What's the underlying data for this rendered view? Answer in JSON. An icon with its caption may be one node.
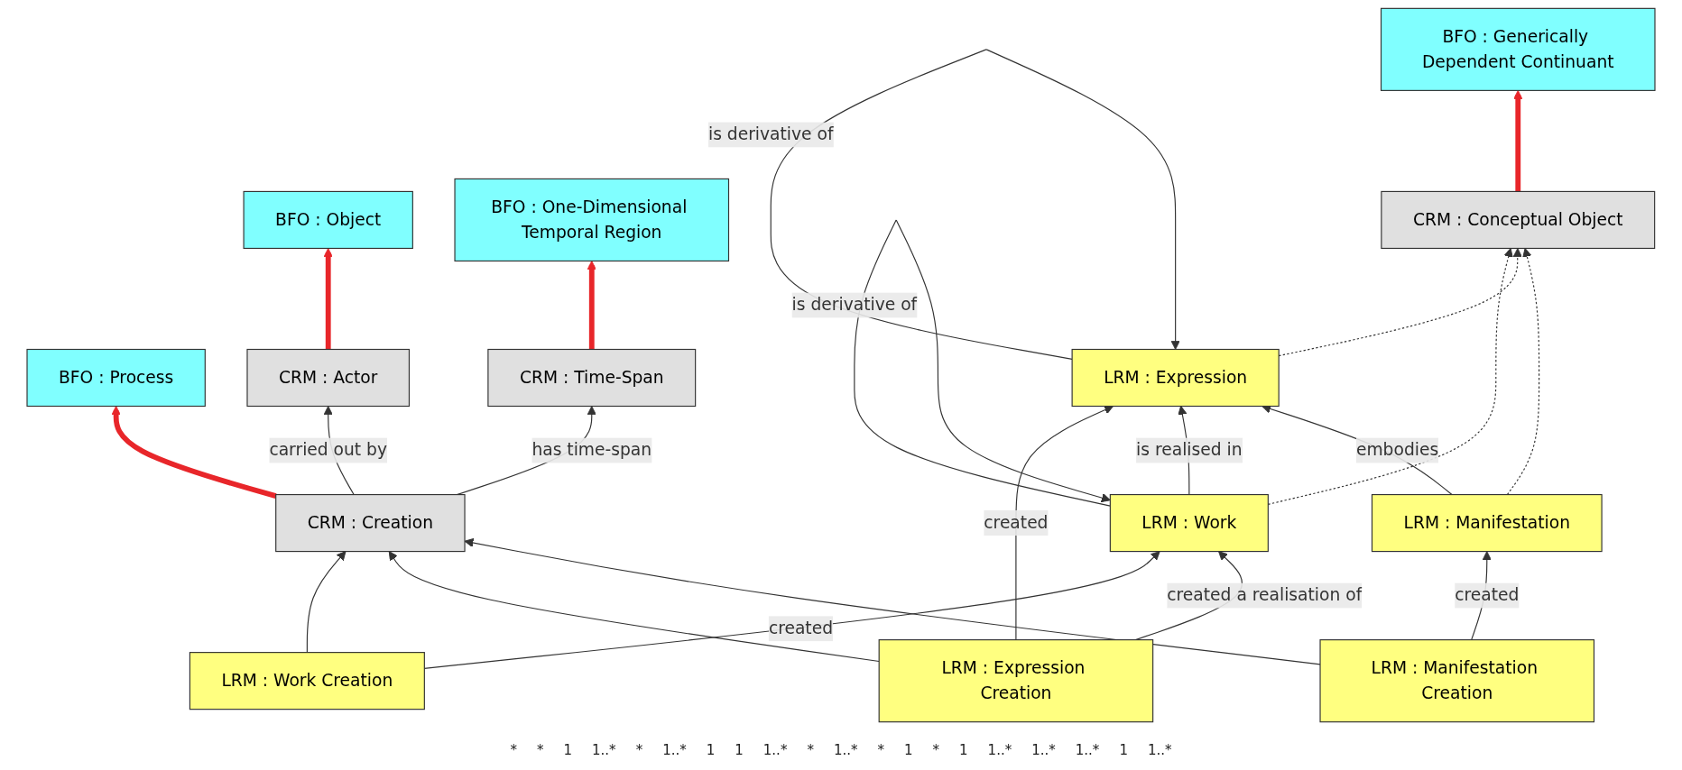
{
  "diagram": {
    "nodes": [
      {
        "text": [
          "BFO : Object"
        ]
      },
      {
        "text": [
          "BFO : One-Dimensional Temporal Region"
        ]
      },
      {
        "text": [
          "BFO : Process"
        ]
      },
      {
        "text": [
          "BFO : Generically Dependent Continuant"
        ]
      },
      {
        "text": [
          "CRM : Actor"
        ]
      },
      {
        "text": [
          "LRM : Work Creation"
        ]
      },
      {
        "text": [
          "LRM : Work"
        ]
      },
      {
        "text": [
          "CRM : Time-Span"
        ]
      },
      {
        "text": [
          "CRM : Creation"
        ]
      },
      {
        "text": [
          "LRM : Expression Creation"
        ]
      },
      {
        "text": [
          "LRM : Expression"
        ]
      },
      {
        "text": [
          "CRM : Conceptual Object"
        ]
      },
      {
        "text": [
          "LRM : Manifestation Creation"
        ]
      },
      {
        "text": [
          "LRM : Manifestation"
        ]
      }
    ],
    "edges": [
      {
        "from": 8,
        "to": 2,
        "arrow": "to",
        "style": "thick",
        "color": "#e8262a"
      },
      {
        "from": 7,
        "to": 1,
        "arrow": "to",
        "style": "thick",
        "color": "#e8262a"
      },
      {
        "from": 4,
        "to": 0,
        "arrow": "to",
        "style": "thick",
        "color": "#e8262a"
      },
      {
        "from": 11,
        "to": 3,
        "arrow": "to",
        "style": "thick",
        "color": "#e8262a"
      },
      {
        "from": 8,
        "to": 4,
        "arrow": "to",
        "label": "carried out by"
      },
      {
        "from": 8,
        "to": 7,
        "arrow": "to",
        "label": "has time-span"
      },
      {
        "from": 5,
        "to": 8,
        "arrow": "to"
      },
      {
        "from": 9,
        "to": 8,
        "arrow": "to"
      },
      {
        "from": 12,
        "to": 8,
        "arrow": "to"
      },
      {
        "from": 5,
        "to": 6,
        "arrow": "to",
        "label": "created"
      },
      {
        "from": 9,
        "to": 6,
        "arrow": "to",
        "label": "created a realisation of"
      },
      {
        "from": 9,
        "to": 10,
        "arrow": "to",
        "label": "created"
      },
      {
        "from": 12,
        "to": 13,
        "arrow": "to",
        "label": "created"
      },
      {
        "from": 6,
        "to": 6,
        "arrow": "to",
        "label": "is derivative of"
      },
      {
        "from": 10,
        "to": 10,
        "arrow": "to",
        "label": "is derivative of"
      },
      {
        "from": 6,
        "to": 10,
        "arrow": "to",
        "label": "is realised in"
      },
      {
        "from": 13,
        "to": 10,
        "arrow": "to",
        "label": "embodies"
      },
      {
        "from": 6,
        "to": 11,
        "arrow": "to",
        "style": "dashed"
      },
      {
        "from": 10,
        "to": 11,
        "arrow": "to",
        "style": "dashed"
      },
      {
        "from": 13,
        "to": 11,
        "arrow": "to",
        "style": "dashed"
      }
    ],
    "labels": [
      "*",
      "*",
      "1",
      "1..*",
      "*",
      "1..*",
      "1",
      "1",
      "1..*",
      "*",
      "1..*",
      "*",
      "1",
      "*",
      "1",
      "1..*",
      "1..*",
      "1..*",
      "1",
      "1..*"
    ]
  }
}
